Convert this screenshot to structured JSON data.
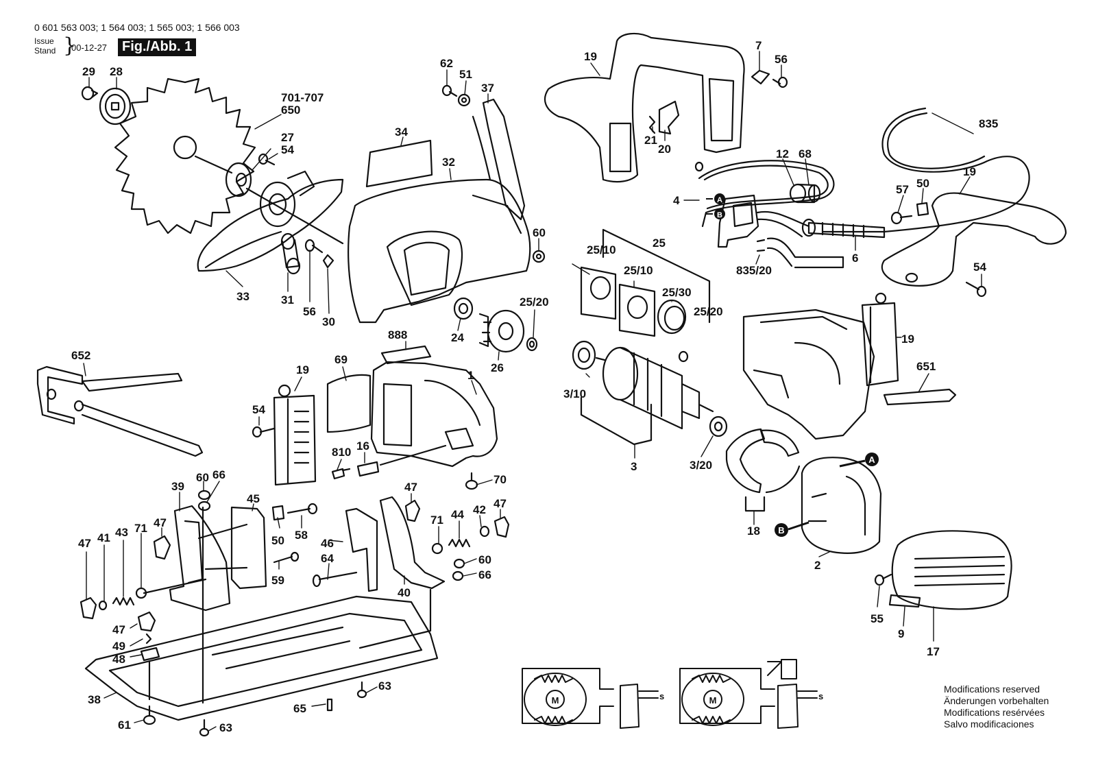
{
  "header": {
    "code": "0 601 563 003; 1 564 003; 1 565 003; 1 566 003",
    "issue": "Issue",
    "stand": "Stand",
    "date": "00-12-27",
    "figure": "Fig./Abb. 1"
  },
  "labels": {
    "l29": "29",
    "l28": "28",
    "l701": "701-707",
    "l650": "650",
    "l27": "27",
    "l54a": "54",
    "l62": "62",
    "l51": "51",
    "l37": "37",
    "l34": "34",
    "l32": "32",
    "l60a": "60",
    "l33": "33",
    "l31": "31",
    "l56a": "56",
    "l30": "30",
    "l24": "24",
    "l26": "26",
    "l2520a": "25/20",
    "l19a": "19",
    "l21": "21",
    "l20": "20",
    "l7": "7",
    "l56b": "56",
    "l835": "835",
    "l12": "12",
    "l68": "68",
    "l4": "4",
    "l57": "57",
    "l50a": "50",
    "l19b": "19",
    "l6": "6",
    "l83520": "835/20",
    "l54b": "54",
    "l2510a": "25/10",
    "l25": "25",
    "l2510b": "25/10",
    "l2530": "25/30",
    "l2520b": "25/20",
    "l310": "3/10",
    "l3": "3",
    "l320": "3/20",
    "l18": "18",
    "l2": "2",
    "l19c": "19",
    "l651": "651",
    "l652": "652",
    "l888": "888",
    "l69": "69",
    "l19d": "19",
    "l1": "1",
    "l54c": "54",
    "l810": "810",
    "l16": "16",
    "l70": "70",
    "l39": "39",
    "l60b": "60",
    "l66a": "66",
    "l45": "45",
    "l47a": "47",
    "l47b": "47",
    "l41": "41",
    "l43": "43",
    "l71a": "71",
    "l50b": "50",
    "l58": "58",
    "l59": "59",
    "l47c": "47",
    "l46": "46",
    "l64": "64",
    "l40": "40",
    "l71b": "71",
    "l44": "44",
    "l42": "42",
    "l47d": "47",
    "l60c": "60",
    "l66b": "66",
    "l47e": "47",
    "l49": "49",
    "l48": "48",
    "l38": "38",
    "l61": "61",
    "l65": "65",
    "l63a": "63",
    "l63b": "63",
    "l55": "55",
    "l9": "9",
    "l17": "17",
    "markerA": "A",
    "markerB": "B",
    "markerA2": "A",
    "markerB2": "B",
    "motor": "M",
    "switch_s": "s"
  },
  "notice": [
    "Modifications reserved",
    "Änderungen vorbehalten",
    "Modifications resérvées",
    "Salvo modificaciones"
  ]
}
